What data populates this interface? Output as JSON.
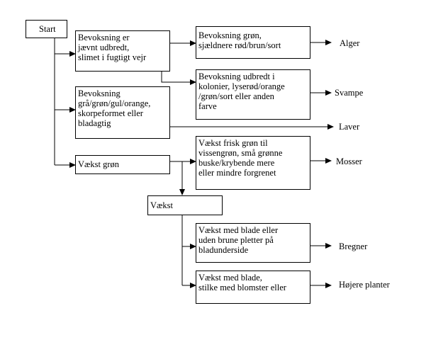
{
  "boxes": {
    "start": "Start",
    "jaevnt": "      Bevoksning er\njævnt  udbredt,\nslimet i fugtigt vejr",
    "gra": "      Bevoksning\ngrå/grøn/gul/orange,\nskorpeformet eller\nbladagtig",
    "vaekst_gron": "    Vækst grøn",
    "gron": "     Bevoksning grøn,\nsjældnere rød/brun/sort",
    "kolonier": "     Bevoksning udbredt i\nkolonier, lyserød/orange\n/grøn/sort eller anden\nfarve",
    "frisk": "      Vækst frisk grøn til\nvissengrøn, små grønne\nbuske/krybende mere\neller mindre forgrenet",
    "vaekst": "     Vækst",
    "blade_uden": "     Vækst med blade eller\nuden brune pletter på\nbladunderside",
    "blade_stilke": "     Vækst med blade,\nstilke med blomster eller"
  },
  "results": {
    "alger": "Alger",
    "svampe": "Svampe",
    "laver": "Laver",
    "mosser": "Mosser",
    "bregner": "Bregner",
    "hojere": "Højere planter"
  }
}
